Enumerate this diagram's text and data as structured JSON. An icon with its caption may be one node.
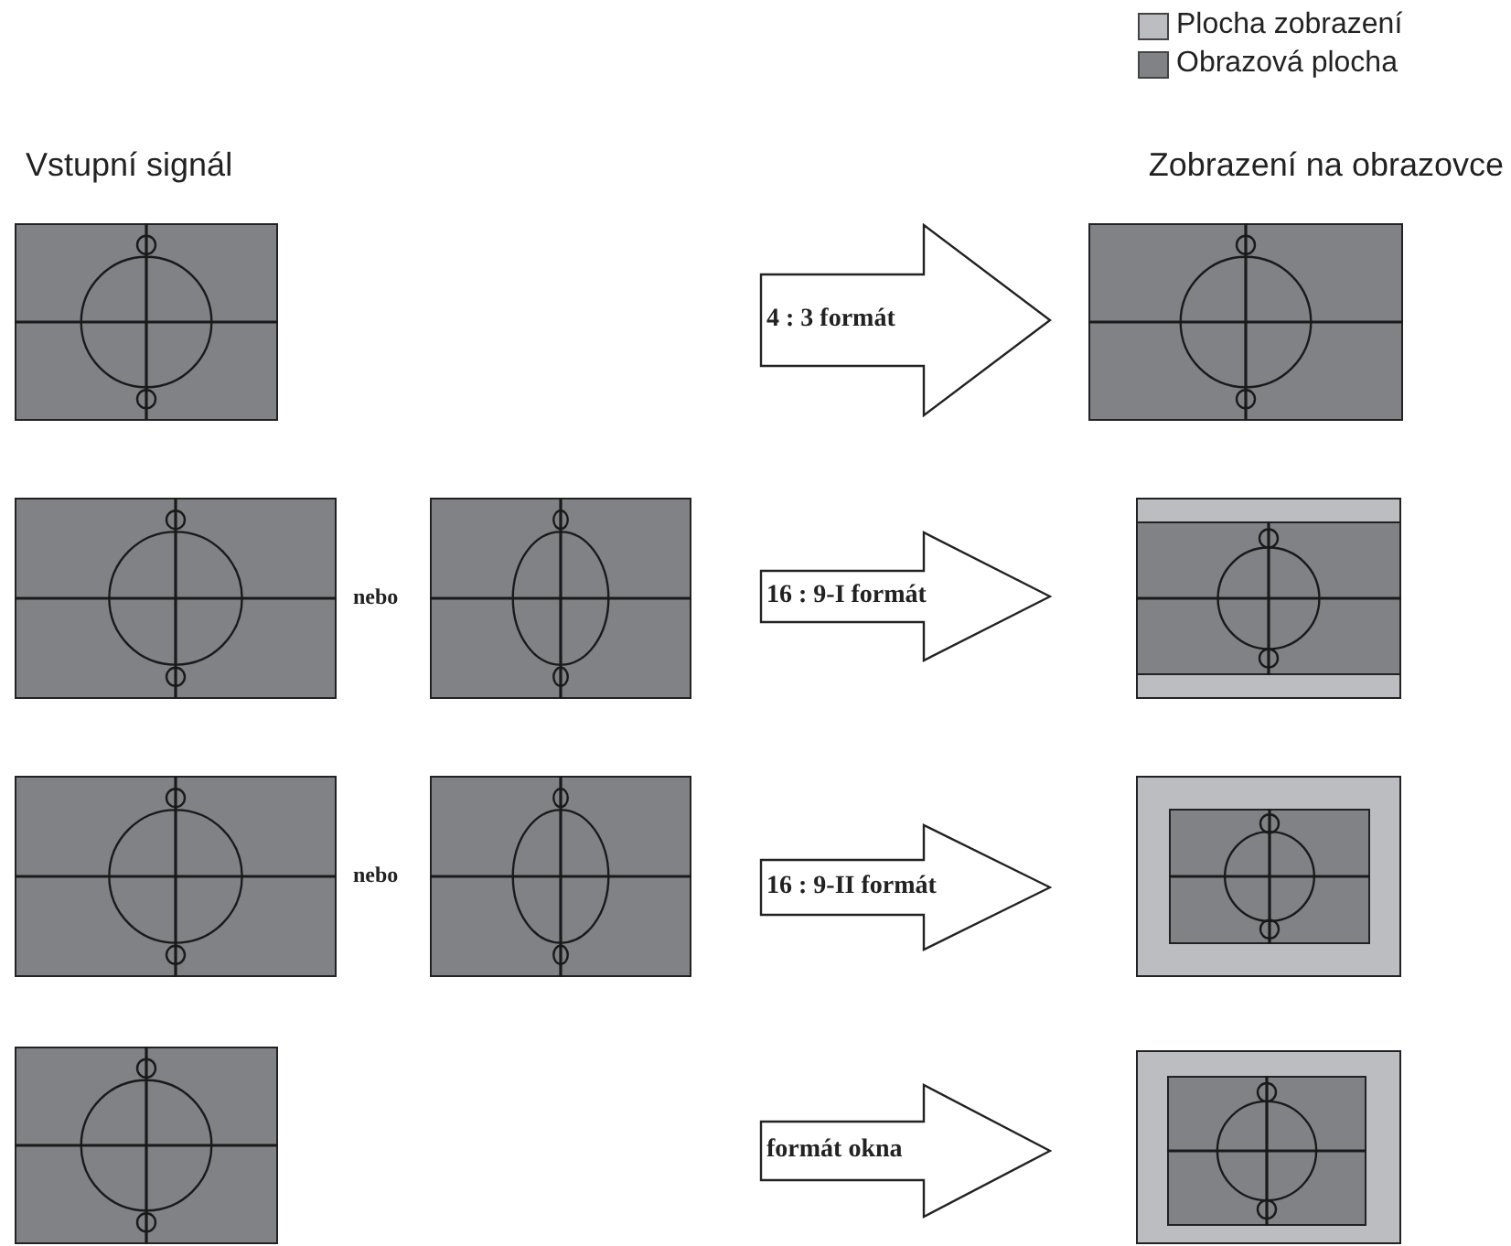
{
  "diagram": {
    "nodes": [
      {
        "text": [],
        "shape": "picture"
      },
      {
        "text": [
          "4 : 3 formát"
        ]
      },
      {
        "text": [],
        "shape": "picture"
      },
      {
        "text": [],
        "shape": "picture"
      },
      {
        "text": [],
        "shape": "picture"
      },
      {
        "text": [
          "16 : 9-I formát"
        ]
      },
      {
        "text": [],
        "shape": "picture"
      },
      {
        "text": [],
        "shape": "picture"
      },
      {
        "text": [],
        "shape": "picture"
      },
      {
        "text": [
          "16 : 9-II formát"
        ]
      },
      {
        "text": [],
        "shape": "picture"
      },
      {
        "text": [],
        "shape": "picture"
      },
      {
        "text": [
          "formát okna"
        ]
      },
      {
        "text": [],
        "shape": "picture"
      }
    ],
    "labels": [
      "Vstupní signál",
      "Zobrazení na obrazovce",
      "nebo",
      "nebo"
    ],
    "legend": [
      {
        "text": "Plocha zobrazení",
        "color": "#bcbdc1"
      },
      {
        "text": "Obrazová plocha",
        "color": "#818285"
      }
    ]
  }
}
